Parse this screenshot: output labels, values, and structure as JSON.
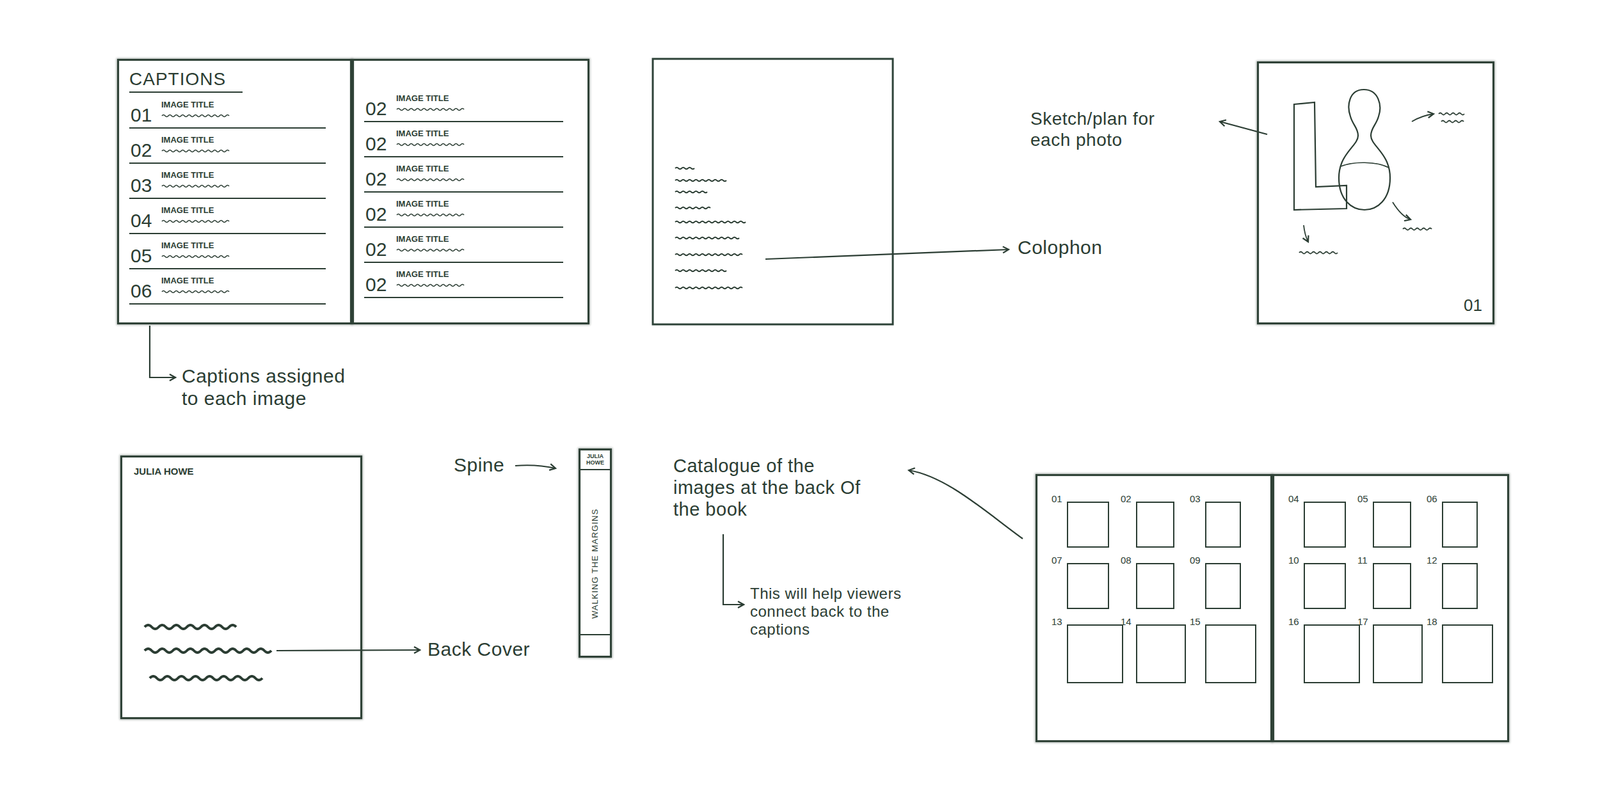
{
  "diagram": {
    "nodes": [
      {
        "text": [
          "CAPTIONS",
          "01",
          "IMAGE TITLE",
          "02",
          "IMAGE TITLE",
          "03",
          "IMAGE TITLE",
          "04",
          "IMAGE TITLE",
          "05",
          "IMAGE TITLE",
          "06",
          "IMAGE TITLE"
        ]
      },
      {
        "text": [
          "02",
          "IMAGE TITLE",
          "02",
          "IMAGE TITLE",
          "02",
          "IMAGE TITLE",
          "02",
          "IMAGE TITLE",
          "02",
          "IMAGE TITLE",
          "02",
          "IMAGE TITLE"
        ]
      },
      {
        "text": [
          "01"
        ]
      },
      {
        "text": [
          "JULIA HOWE"
        ]
      },
      {
        "text": [
          "JULIA HOWE",
          "WALKING THE MARGINS"
        ]
      },
      {
        "text": [
          "01",
          "02",
          "03",
          "07",
          "08",
          "09",
          "13",
          "14",
          "15"
        ]
      },
      {
        "text": [
          "04",
          "05",
          "06",
          "10",
          "11",
          "12",
          "16",
          "17",
          "18"
        ]
      }
    ],
    "labels": [
      "Captions assigned to each image",
      "Colophon",
      "Sketch/plan for each photo",
      "Spine",
      "Back Cover",
      "Catalogue of the images at the back Of the book",
      "This will help viewers connect back to the captions"
    ]
  }
}
